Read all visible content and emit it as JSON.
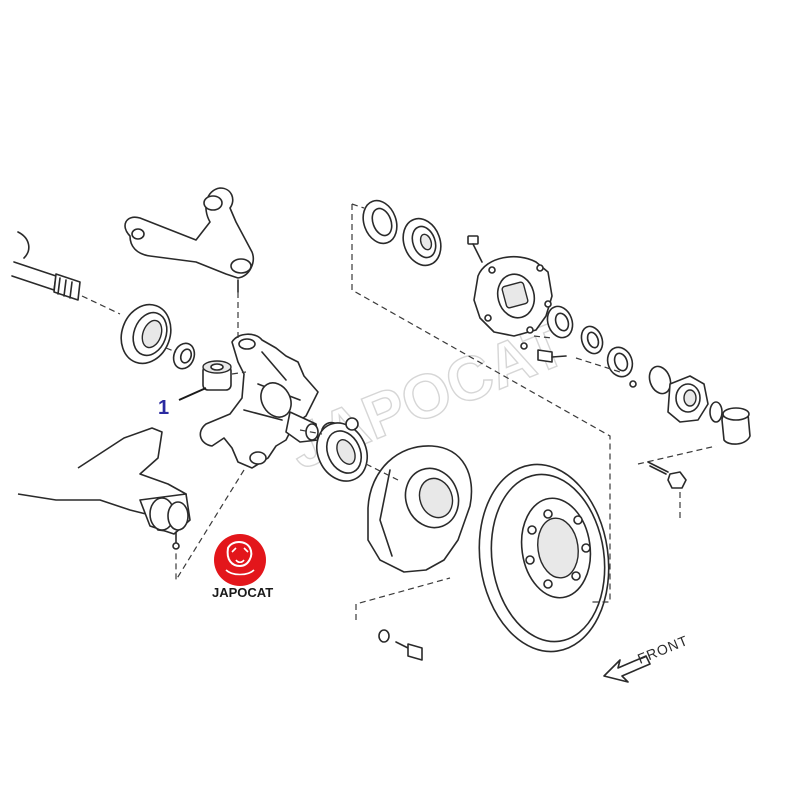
{
  "callout": {
    "label": "1",
    "color": "#2a2aa0"
  },
  "direction_label": "FRONT",
  "watermark_text": "JAPOCAT",
  "logo": {
    "text": "JAPOCAT",
    "color": "#e3161b"
  },
  "icons": [
    "arrow-front-icon",
    "japocat-logo-icon"
  ]
}
